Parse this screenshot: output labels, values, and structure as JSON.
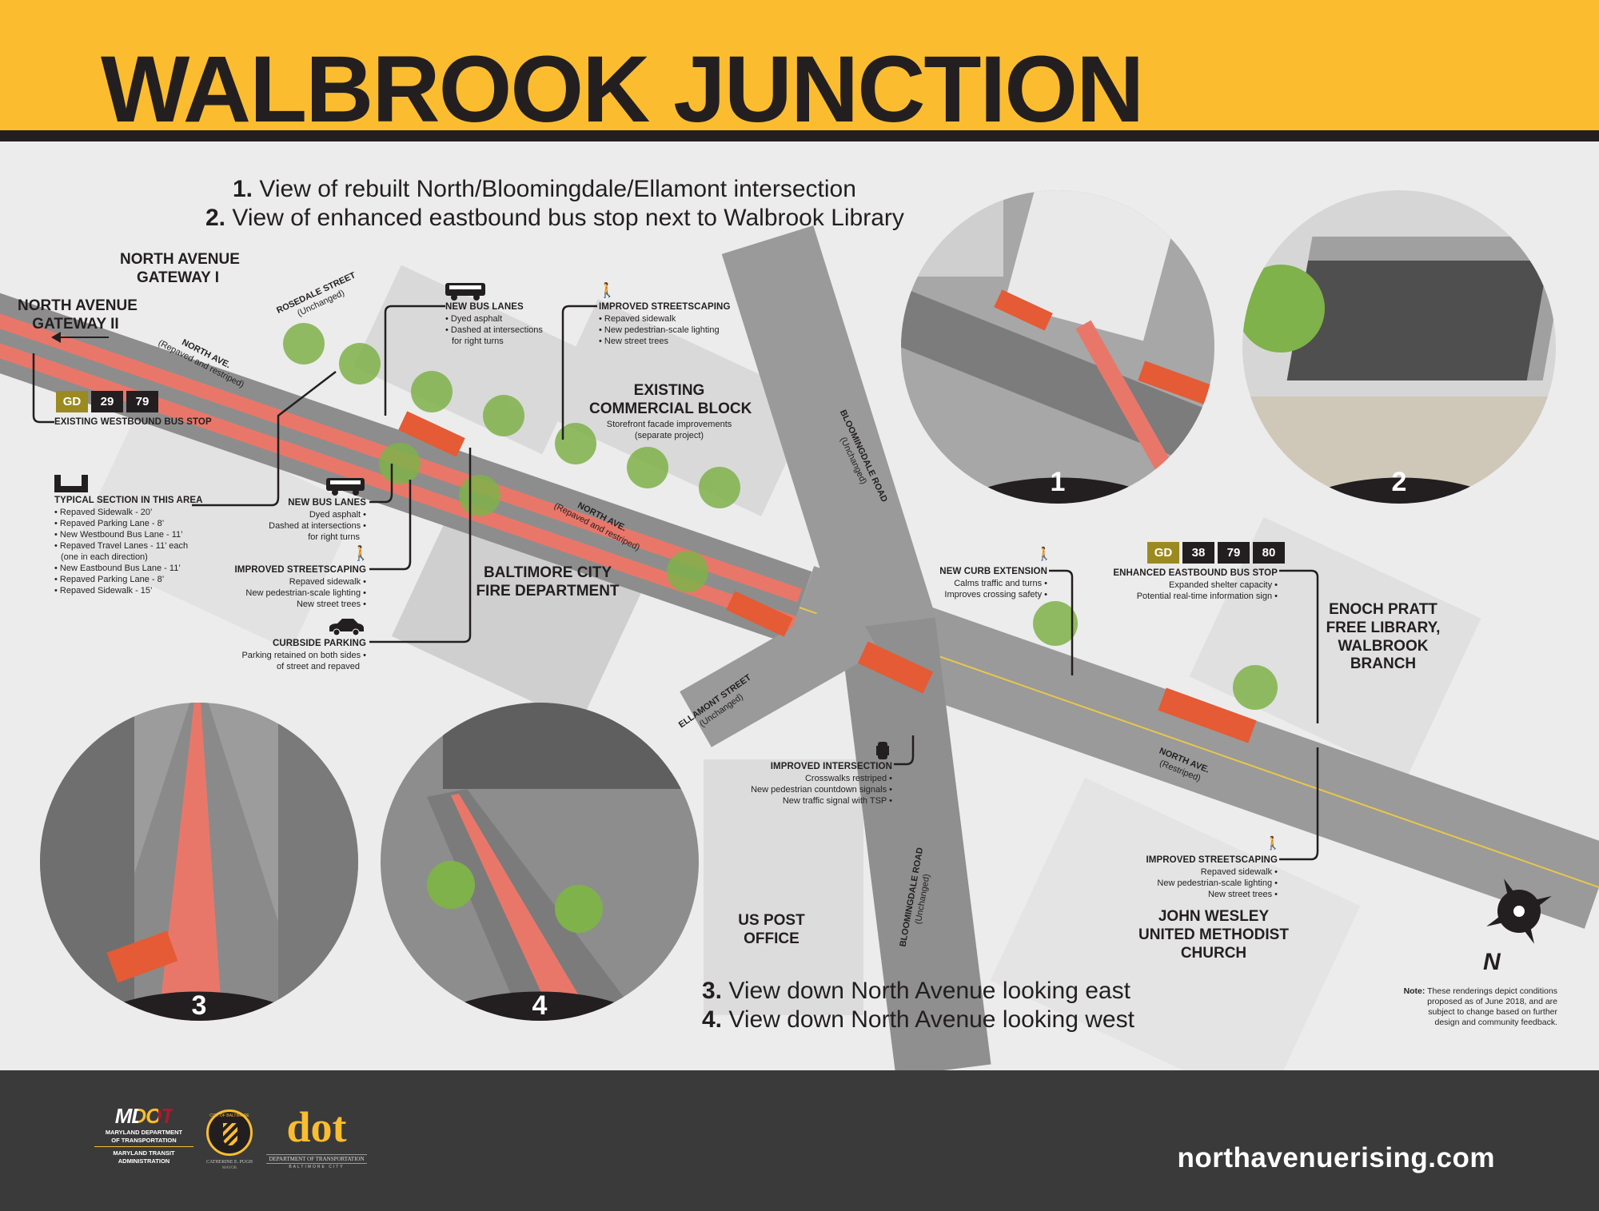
{
  "header": {
    "title": "WALBROOK JUNCTION"
  },
  "captions": {
    "top": [
      {
        "num": "1.",
        "text": "View of rebuilt North/Bloomingdale/Ellamont intersection"
      },
      {
        "num": "2.",
        "text": "View of enhanced eastbound bus stop next to Walbrook Library"
      }
    ],
    "bottom": [
      {
        "num": "3.",
        "text": "View down North Avenue looking east"
      },
      {
        "num": "4.",
        "text": "View down North Avenue looking west"
      }
    ]
  },
  "views": [
    {
      "number": "1"
    },
    {
      "number": "2"
    },
    {
      "number": "3"
    },
    {
      "number": "4"
    }
  ],
  "places": {
    "gateway1": [
      "NORTH AVENUE",
      "GATEWAY I"
    ],
    "gateway2": [
      "NORTH AVENUE",
      "GATEWAY II"
    ],
    "commercial": {
      "title": [
        "EXISTING",
        "COMMERCIAL BLOCK"
      ],
      "sub": [
        "Storefront facade improvements",
        "(separate project)"
      ]
    },
    "fire": [
      "BALTIMORE CITY",
      "FIRE DEPARTMENT"
    ],
    "library": [
      "ENOCH PRATT",
      "FREE LIBRARY,",
      "WALBROOK",
      "BRANCH"
    ],
    "postoffice": [
      "US POST",
      "OFFICE"
    ],
    "church": [
      "JOHN WESLEY",
      "UNITED METHODIST",
      "CHURCH"
    ]
  },
  "roads": {
    "rosedale": {
      "name": "ROSEDALE STREET",
      "note": "(Unchanged)"
    },
    "northave_w": {
      "name": "NORTH AVE.",
      "note": "(Repaved and restriped)"
    },
    "northave_c": {
      "name": "NORTH AVE.",
      "note": "(Repaved and restriped)"
    },
    "northave_e": {
      "name": "NORTH AVE.",
      "note": "(Restriped)"
    },
    "bloomingdale_n": {
      "name": "BLOOMINGDALE ROAD",
      "note": "(Unchanged)"
    },
    "bloomingdale_s": {
      "name": "BLOOMINGDALE ROAD",
      "note": "(Unchanged)"
    },
    "ellamont": {
      "name": "ELLAMONT STREET",
      "note": "(Unchanged)"
    }
  },
  "westbound_stop": {
    "routes": [
      "GD",
      "29",
      "79"
    ],
    "label": "EXISTING WESTBOUND BUS STOP"
  },
  "eastbound_stop": {
    "routes": [
      "GD",
      "38",
      "79",
      "80"
    ],
    "label": "ENHANCED EASTBOUND BUS STOP",
    "items": [
      "Expanded shelter capacity",
      "Potential real-time information sign"
    ]
  },
  "typical_section": {
    "title": "TYPICAL SECTION IN THIS AREA",
    "items": [
      "Repaved Sidewalk - 20’",
      "Repaved Parking Lane - 8’",
      "New Westbound Bus Lane - 11’",
      "Repaved Travel Lanes - 11’ each",
      "(one in each direction)",
      "New Eastbound Bus Lane - 11’",
      "Repaved Parking Lane - 8’",
      "Repaved Sidewalk - 15’"
    ]
  },
  "callouts": {
    "bus_lanes_top": {
      "title": "NEW BUS LANES",
      "items": [
        "Dyed asphalt",
        "Dashed at intersections",
        "for right turns"
      ]
    },
    "streetscape_top": {
      "title": "IMPROVED STREETSCAPING",
      "items": [
        "Repaved sidewalk",
        "New pedestrian-scale lighting",
        "New street trees"
      ]
    },
    "bus_lanes_low": {
      "title": "NEW BUS LANES",
      "items": [
        "Dyed asphalt",
        "Dashed at intersections",
        "for right turns"
      ]
    },
    "streetscape_low": {
      "title": "IMPROVED STREETSCAPING",
      "items": [
        "Repaved sidewalk",
        "New pedestrian-scale lighting",
        "New street trees"
      ]
    },
    "parking": {
      "title": "CURBSIDE PARKING",
      "items": [
        "Parking retained on both sides",
        "of street and repaved"
      ]
    },
    "curb": {
      "title": "NEW CURB EXTENSION",
      "items": [
        "Calms traffic and turns",
        "Improves crossing safety"
      ]
    },
    "intersection": {
      "title": "IMPROVED INTERSECTION",
      "items": [
        "Crosswalks restriped",
        "New pedestrian countdown signals",
        "New traffic signal with TSP"
      ]
    },
    "streetscape_east": {
      "title": "IMPROVED STREETSCAPING",
      "items": [
        "Repaved sidewalk",
        "New pedestrian-scale lighting",
        "New street trees"
      ]
    }
  },
  "compass": {
    "letter": "N"
  },
  "note": {
    "label": "Note:",
    "lines": [
      "These renderings depict conditions",
      "proposed as of June 2018, and are",
      "subject to change based on further",
      "design and community feedback."
    ]
  },
  "footer": {
    "mdot": {
      "mark": "MDOT",
      "lines": [
        "MARYLAND DEPARTMENT",
        "OF TRANSPORTATION",
        "MARYLAND TRANSIT",
        "ADMINISTRATION"
      ]
    },
    "seal": {
      "ring": "CITY OF BALTIMORE",
      "name": "CATHERINE E. PUGH",
      "title": "MAYOR"
    },
    "dot": {
      "mark": "dot",
      "line1": "DEPARTMENT OF TRANSPORTATION",
      "line2": "BALTIMORE CITY"
    },
    "url": "northavenuerising.com"
  },
  "colors": {
    "header": "#fbbd2f",
    "footer": "#3a3a3a",
    "bus_lane": "#e8776a",
    "gd_badge": "#9b8a1f"
  }
}
